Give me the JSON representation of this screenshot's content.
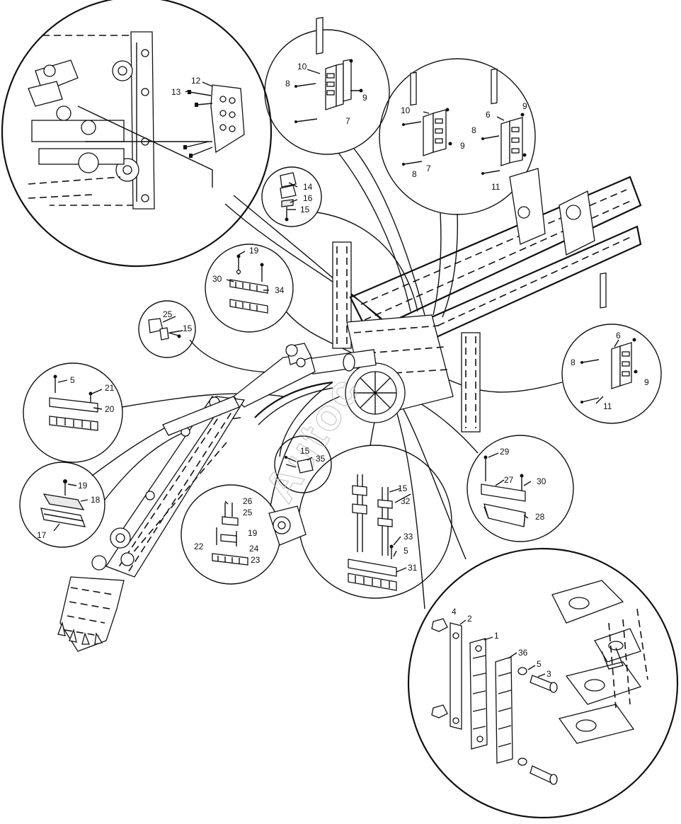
{
  "watermark": "Autoc",
  "labels": [
    {
      "id": "p12",
      "text": "12"
    },
    {
      "id": "p13",
      "text": "13"
    },
    {
      "id": "p10a",
      "text": "10"
    },
    {
      "id": "p8a",
      "text": "8"
    },
    {
      "id": "p9a",
      "text": "9"
    },
    {
      "id": "p7a",
      "text": "7"
    },
    {
      "id": "p10b",
      "text": "10"
    },
    {
      "id": "p9b",
      "text": "9"
    },
    {
      "id": "p6a",
      "text": "6"
    },
    {
      "id": "p8b",
      "text": "8"
    },
    {
      "id": "p9c",
      "text": "9"
    },
    {
      "id": "p8c",
      "text": "8"
    },
    {
      "id": "p7b",
      "text": "7"
    },
    {
      "id": "p11a",
      "text": "11"
    },
    {
      "id": "p14",
      "text": "14"
    },
    {
      "id": "p16",
      "text": "16"
    },
    {
      "id": "p15a",
      "text": "15"
    },
    {
      "id": "p19a",
      "text": "19"
    },
    {
      "id": "p30a",
      "text": "30"
    },
    {
      "id": "p34",
      "text": "34"
    },
    {
      "id": "p25a",
      "text": "25"
    },
    {
      "id": "p15b",
      "text": "15"
    },
    {
      "id": "p6b",
      "text": "6"
    },
    {
      "id": "p8d",
      "text": "8"
    },
    {
      "id": "p9d",
      "text": "9"
    },
    {
      "id": "p11b",
      "text": "11"
    },
    {
      "id": "p5a",
      "text": "5"
    },
    {
      "id": "p21",
      "text": "21"
    },
    {
      "id": "p20",
      "text": "20"
    },
    {
      "id": "p19b",
      "text": "19"
    },
    {
      "id": "p18",
      "text": "18"
    },
    {
      "id": "p17",
      "text": "17"
    },
    {
      "id": "p15c",
      "text": "15"
    },
    {
      "id": "p35",
      "text": "35"
    },
    {
      "id": "p26",
      "text": "26"
    },
    {
      "id": "p25b",
      "text": "25"
    },
    {
      "id": "p19c",
      "text": "19"
    },
    {
      "id": "p22",
      "text": "22"
    },
    {
      "id": "p24",
      "text": "24"
    },
    {
      "id": "p23",
      "text": "23"
    },
    {
      "id": "p15d",
      "text": "15"
    },
    {
      "id": "p32",
      "text": "32"
    },
    {
      "id": "p33",
      "text": "33"
    },
    {
      "id": "p5b",
      "text": "5"
    },
    {
      "id": "p31",
      "text": "31"
    },
    {
      "id": "p29",
      "text": "29"
    },
    {
      "id": "p27",
      "text": "27"
    },
    {
      "id": "p30b",
      "text": "30"
    },
    {
      "id": "p28",
      "text": "28"
    },
    {
      "id": "p4",
      "text": "4"
    },
    {
      "id": "p2",
      "text": "2"
    },
    {
      "id": "p1",
      "text": "1"
    },
    {
      "id": "p36",
      "text": "36"
    },
    {
      "id": "p5c",
      "text": "5"
    },
    {
      "id": "p3",
      "text": "3"
    }
  ]
}
